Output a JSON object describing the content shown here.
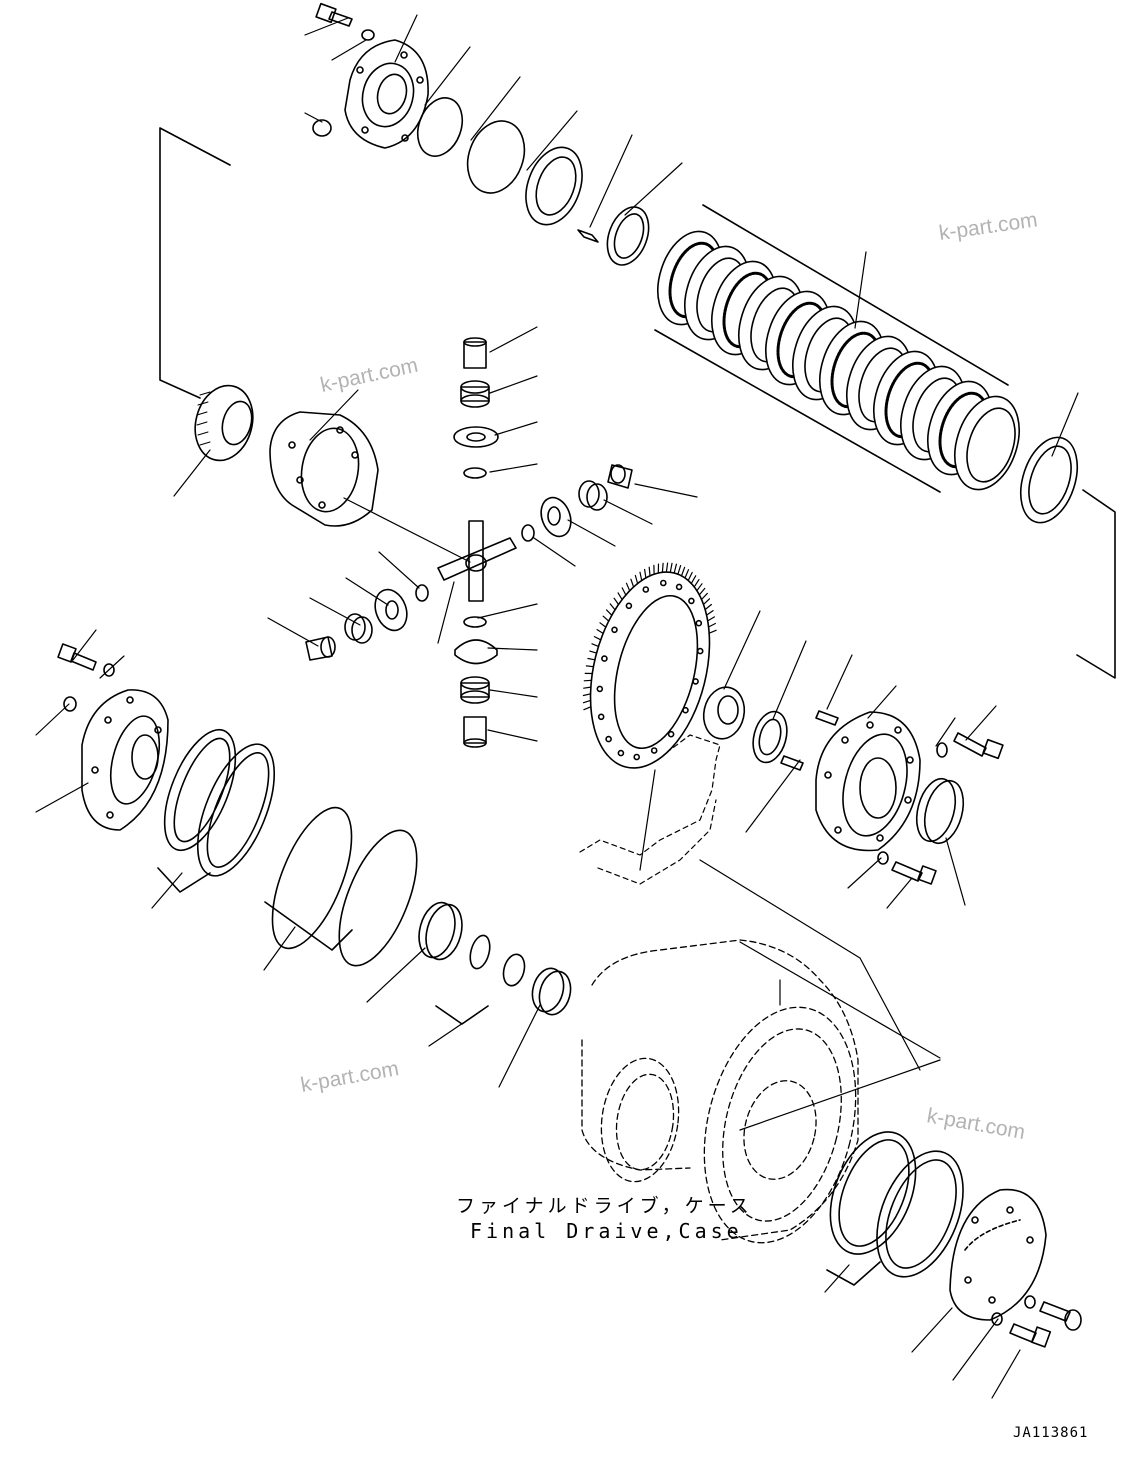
{
  "watermarks": [
    "k-part.com",
    "k-part.com",
    "k-part.com",
    "k-part.com"
  ],
  "caption": {
    "japanese": "ファイナルドライブ，ケース",
    "english": "Final Draive,Case"
  },
  "drawing_code": "JA113861"
}
